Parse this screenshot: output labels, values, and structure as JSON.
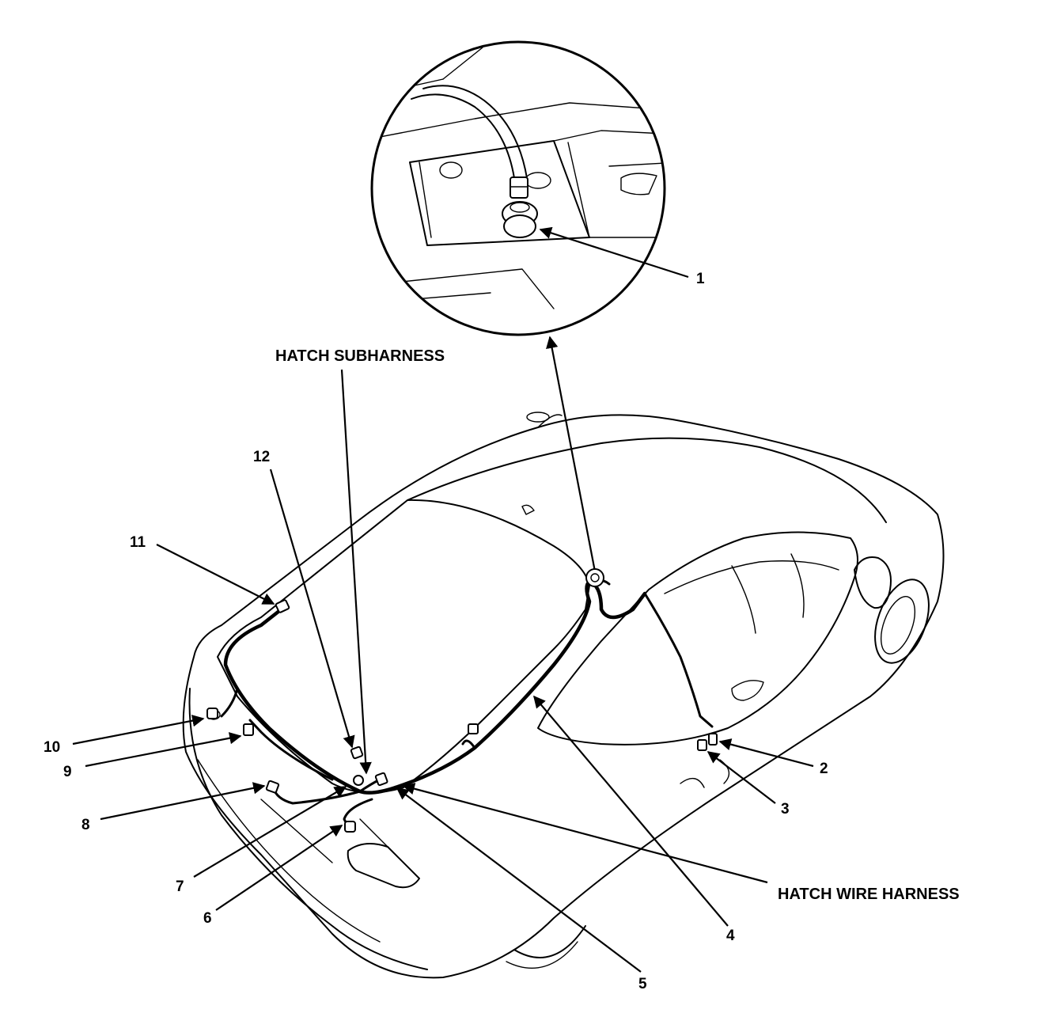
{
  "labels": {
    "hatch_subharness": "HATCH SUBHARNESS",
    "hatch_wire_harness": "HATCH WIRE HARNESS"
  },
  "callouts": {
    "c1": "1",
    "c2": "2",
    "c3": "3",
    "c4": "4",
    "c5": "5",
    "c6": "6",
    "c7": "7",
    "c8": "8",
    "c9": "9",
    "c10": "10",
    "c11": "11",
    "c12": "12"
  }
}
